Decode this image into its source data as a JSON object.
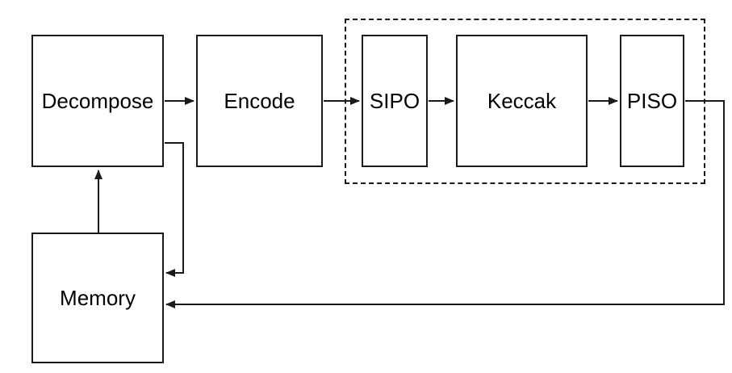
{
  "diagram": {
    "colors": {
      "background": "#ffffff",
      "line": "#1a1a1a",
      "text": "#000000"
    },
    "nodes": {
      "decompose": {
        "label": "Decompose"
      },
      "encode": {
        "label": "Encode"
      },
      "sipo": {
        "label": "SIPO"
      },
      "keccak": {
        "label": "Keccak"
      },
      "piso": {
        "label": "PISO"
      },
      "memory": {
        "label": "Memory"
      }
    },
    "dashed_group": {
      "contains": [
        "SIPO",
        "Keccak",
        "PISO"
      ]
    },
    "edges": [
      {
        "from": "Decompose",
        "to": "Encode"
      },
      {
        "from": "Encode",
        "to": "SIPO"
      },
      {
        "from": "SIPO",
        "to": "Keccak"
      },
      {
        "from": "Keccak",
        "to": "PISO"
      },
      {
        "from": "PISO",
        "to": "Memory"
      },
      {
        "from": "Decompose",
        "to": "Memory"
      },
      {
        "from": "Memory",
        "to": "Decompose"
      }
    ]
  }
}
